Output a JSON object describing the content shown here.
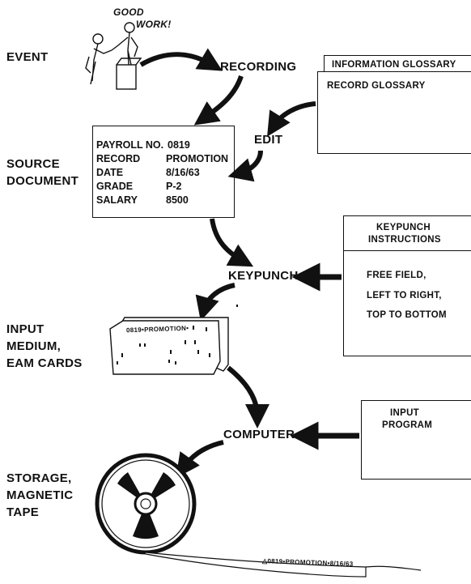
{
  "left_labels": {
    "event": "EVENT",
    "source_document": [
      "SOURCE",
      "DOCUMENT"
    ],
    "input_medium": [
      "INPUT",
      "MEDIUM,",
      "EAM CARDS"
    ],
    "storage": [
      "STORAGE,",
      "MAGNETIC",
      "TAPE"
    ]
  },
  "speech": [
    "GOOD",
    "WORK!"
  ],
  "stages": {
    "recording": "RECORDING",
    "edit": "EDIT",
    "keypunch": "KEYPUNCH",
    "computer": "COMPUTER"
  },
  "glossary": {
    "outer_title": "INFORMATION GLOSSARY",
    "inner_title": "RECORD GLOSSARY"
  },
  "source_doc": {
    "rows": [
      {
        "field": "PAYROLL NO.",
        "value": "0819"
      },
      {
        "field": "RECORD",
        "value": "PROMOTION"
      },
      {
        "field": "DATE",
        "value": "8/16/63"
      },
      {
        "field": "GRADE",
        "value": "P-2"
      },
      {
        "field": "SALARY",
        "value": "8500"
      }
    ]
  },
  "keypunch_instructions": {
    "title": [
      "KEYPUNCH",
      "INSTRUCTIONS"
    ],
    "lines": [
      "FREE FIELD,",
      "LEFT TO RIGHT,",
      "TOP TO BOTTOM"
    ]
  },
  "input_program": [
    "INPUT",
    "PROGRAM"
  ],
  "card_text": "0819•PROMOTION•",
  "tape_text": "△0819•PROMOTION•8/16/63"
}
